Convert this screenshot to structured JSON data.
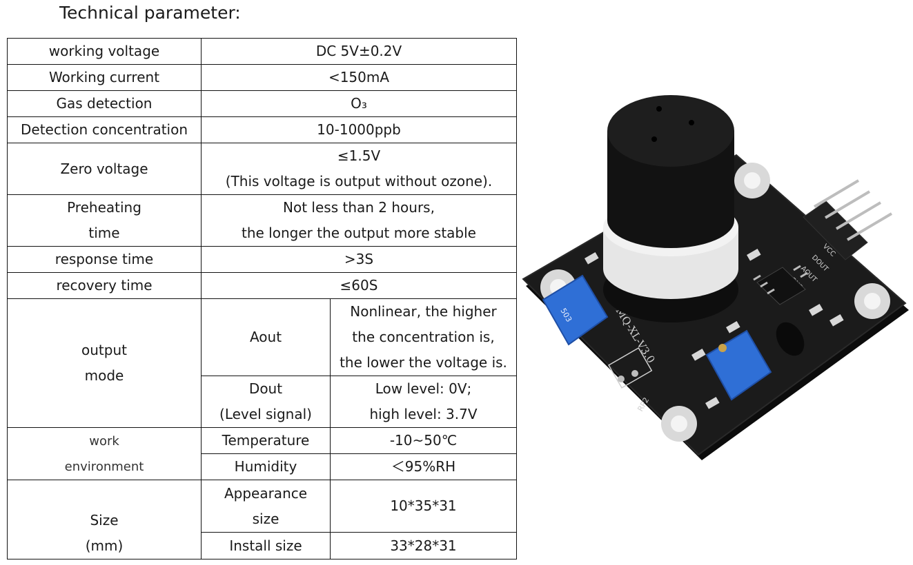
{
  "title": "Technical parameter:",
  "spec": {
    "working_voltage": {
      "label": "working voltage",
      "value": "DC 5V±0.2V"
    },
    "working_current": {
      "label": "Working current",
      "value": "<150mA"
    },
    "gas_detection": {
      "label": "Gas detection",
      "value": "O₃"
    },
    "detection_concentration": {
      "label": "Detection concentration",
      "value": "10-1000ppb"
    },
    "zero_voltage": {
      "label": "Zero voltage",
      "value_1": "≤1.5V",
      "value_2": "(This voltage is output without ozone)."
    },
    "preheating": {
      "label_1": "Preheating",
      "label_2": "time",
      "value_1": "Not less than 2 hours,",
      "value_2": "the longer the output more stable"
    },
    "response_time": {
      "label": "response time",
      "value": ">3S"
    },
    "recovery_time": {
      "label": "recovery time",
      "value": "≤60S"
    },
    "output_mode": {
      "label_1": "output",
      "label_2": "mode",
      "aout": {
        "label": "Aout",
        "value_1": "Nonlinear, the higher",
        "value_2": "the concentration is,",
        "value_3": "the lower the voltage is."
      },
      "dout": {
        "label_1": "Dout",
        "label_2": "(Level signal)",
        "value_1": "Low level: 0V;",
        "value_2": "high level: 3.7V"
      }
    },
    "work_environment": {
      "label_1": "work",
      "label_2": "environment",
      "temperature": {
        "label": "Temperature",
        "value": "-10~50℃"
      },
      "humidity": {
        "label": "Humidity",
        "value": "＜95%RH"
      }
    },
    "size": {
      "label_1": "Size",
      "label_2": "(mm)",
      "appearance": {
        "label_1": "Appearance",
        "label_2": "size",
        "value": "10*35*31"
      },
      "install": {
        "label": "Install size",
        "value": "33*28*31"
      }
    }
  },
  "board": {
    "silkscreen": "MQ-XL-V3.0",
    "pins": [
      "VCC",
      "DOUT",
      "AOUT",
      "GND"
    ],
    "pot_label": "RP2",
    "pot_code": "503",
    "pcb_color": "#1b1b1b",
    "sensor_color": "#121212",
    "pot_color": "#2f6fd6"
  }
}
